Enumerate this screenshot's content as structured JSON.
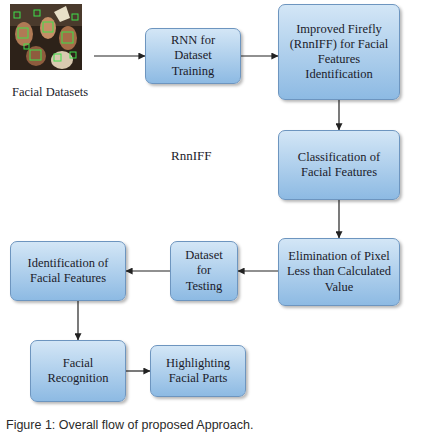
{
  "diagram": {
    "caption": "Figure 1: Overall flow of proposed Approach.",
    "nodes": [
      {
        "text": [
          "Facial Datasets"
        ]
      },
      {
        "text": [
          "RNN for Dataset Training"
        ]
      },
      {
        "text": [
          "Improved Firefly (RnnIFF) for Facial Features Identification"
        ]
      },
      {
        "text": [
          "Classification of Facial Features"
        ]
      },
      {
        "text": [
          "Elimination of Pixel Less than Calculated Value"
        ]
      },
      {
        "text": [
          "Dataset for Testing"
        ]
      },
      {
        "text": [
          "Identification of Facial Features"
        ]
      },
      {
        "text": [
          "Facial Recognition"
        ]
      },
      {
        "text": [
          "Highlighting Facial Parts"
        ]
      }
    ],
    "edges": [
      {
        "from": 0,
        "to": 1,
        "arrow": "to"
      },
      {
        "from": 1,
        "to": 2,
        "arrow": "to"
      },
      {
        "from": 2,
        "to": 3,
        "arrow": "to"
      },
      {
        "from": 3,
        "to": 4,
        "arrow": "to"
      },
      {
        "from": 4,
        "to": 5,
        "arrow": "to"
      },
      {
        "from": 5,
        "to": 6,
        "arrow": "to"
      },
      {
        "from": 6,
        "to": 7,
        "arrow": "to"
      },
      {
        "from": 7,
        "to": 8,
        "arrow": "to"
      }
    ],
    "labels": [
      "RnnIFF"
    ]
  }
}
